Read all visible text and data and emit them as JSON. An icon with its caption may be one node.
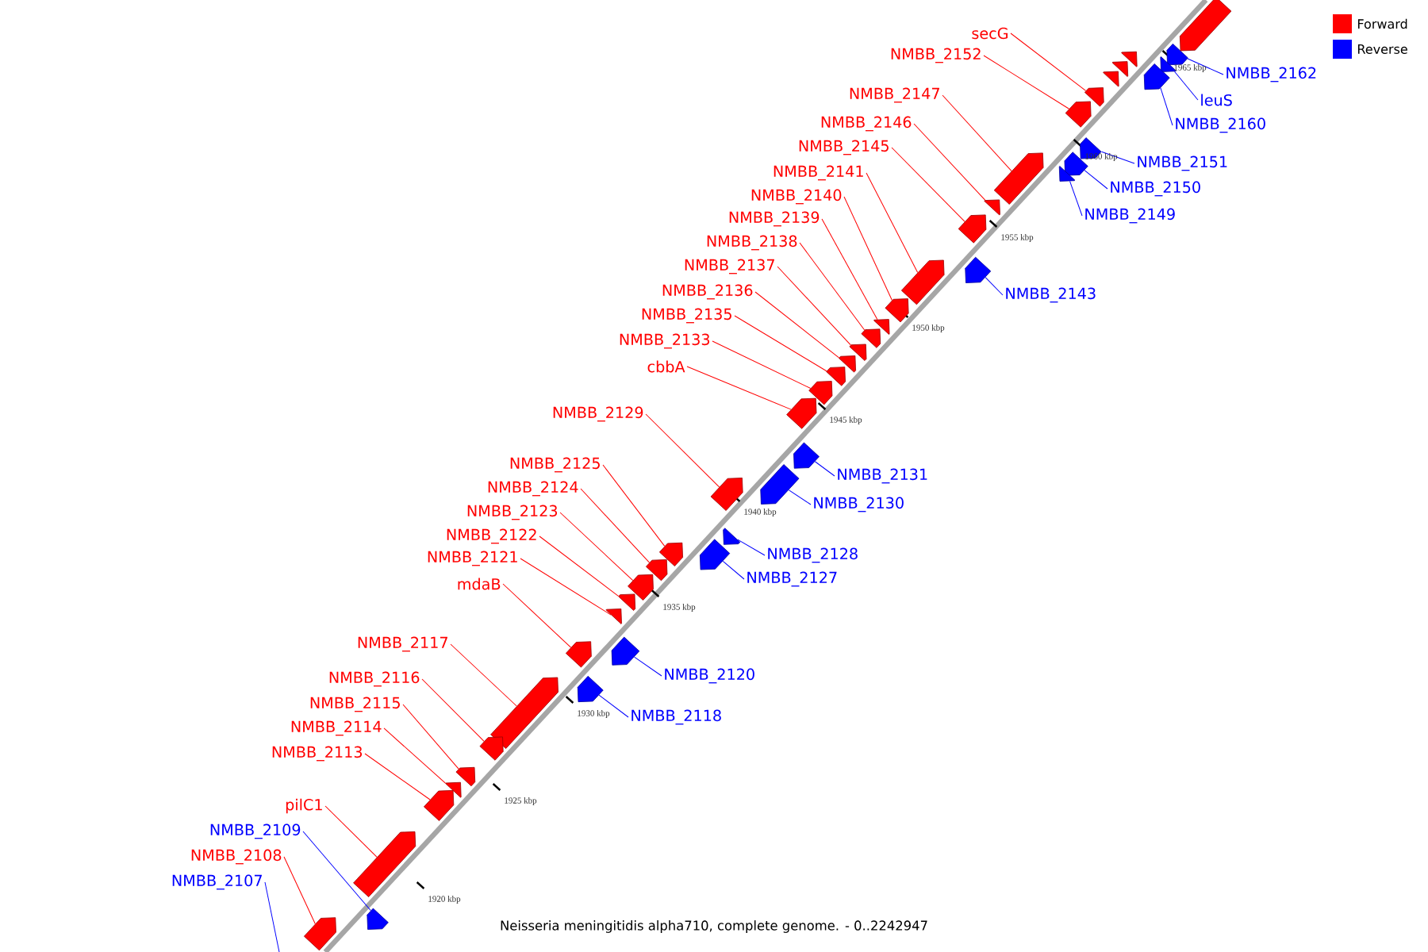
{
  "diagram": {
    "caption": "Neisseria meningitidis alpha710, complete genome. - 0..2242947",
    "nodes": [
      {
        "text": [
          "secG"
        ]
      },
      {
        "text": [
          "NMBB_2152"
        ]
      },
      {
        "text": [
          "NMBB_2162"
        ]
      },
      {
        "text": [
          "NMBB_2147"
        ]
      },
      {
        "text": [
          "leuS"
        ]
      },
      {
        "text": [
          "NMBB_2146"
        ]
      },
      {
        "text": [
          "NMBB_2160"
        ]
      },
      {
        "text": [
          "NMBB_2145"
        ]
      },
      {
        "text": [
          "NMBB_2151"
        ]
      },
      {
        "text": [
          "NMBB_2141"
        ]
      },
      {
        "text": [
          "NMBB_2150"
        ]
      },
      {
        "text": [
          "NMBB_2140"
        ]
      },
      {
        "text": [
          "NMBB_2149"
        ]
      },
      {
        "text": [
          "NMBB_2139"
        ]
      },
      {
        "text": [
          "NMBB_2138"
        ]
      },
      {
        "text": [
          "NMBB_2137"
        ]
      },
      {
        "text": [
          "NMBB_2136"
        ]
      },
      {
        "text": [
          "NMBB_2143"
        ]
      },
      {
        "text": [
          "NMBB_2135"
        ]
      },
      {
        "text": [
          "NMBB_2133"
        ]
      },
      {
        "text": [
          "cbbA"
        ]
      },
      {
        "text": [
          "NMBB_2129"
        ]
      },
      {
        "text": [
          "NMBB_2125"
        ]
      },
      {
        "text": [
          "NMBB_2131"
        ]
      },
      {
        "text": [
          "NMBB_2124"
        ]
      },
      {
        "text": [
          "NMBB_2130"
        ]
      },
      {
        "text": [
          "NMBB_2123"
        ]
      },
      {
        "text": [
          "NMBB_2122"
        ]
      },
      {
        "text": [
          "NMBB_2128"
        ]
      },
      {
        "text": [
          "NMBB_2121"
        ]
      },
      {
        "text": [
          "NMBB_2127"
        ]
      },
      {
        "text": [
          "mdaB"
        ]
      },
      {
        "text": [
          "NMBB_2117"
        ]
      },
      {
        "text": [
          "NMBB_2120"
        ]
      },
      {
        "text": [
          "NMBB_2116"
        ]
      },
      {
        "text": [
          "NMBB_2115"
        ]
      },
      {
        "text": [
          "NMBB_2118"
        ]
      },
      {
        "text": [
          "NMBB_2114"
        ]
      },
      {
        "text": [
          "NMBB_2113"
        ]
      },
      {
        "text": [
          "pilC1"
        ]
      },
      {
        "text": [
          "NMBB_2109"
        ]
      },
      {
        "text": [
          "NMBB_2108"
        ]
      },
      {
        "text": [
          "NMBB_2107"
        ]
      },
      {
        "text": [],
        "shape": "arrow"
      },
      {
        "text": [],
        "shape": "arrow"
      },
      {
        "text": [],
        "shape": "arrow"
      },
      {
        "text": [],
        "shape": "arrow"
      },
      {
        "text": [],
        "shape": "arrow"
      },
      {
        "text": [],
        "shape": "arrow"
      },
      {
        "text": [],
        "shape": "arrow"
      },
      {
        "text": [],
        "shape": "arrow"
      },
      {
        "text": [],
        "shape": "arrow"
      },
      {
        "text": [],
        "shape": "arrow"
      },
      {
        "text": [],
        "shape": "arrow"
      },
      {
        "text": [],
        "shape": "arrow"
      },
      {
        "text": [],
        "shape": "arrow"
      },
      {
        "text": [],
        "shape": "arrow"
      },
      {
        "text": [],
        "shape": "arrow"
      },
      {
        "text": [],
        "shape": "arrow"
      },
      {
        "text": [],
        "shape": "arrow"
      },
      {
        "text": [],
        "shape": "arrow"
      },
      {
        "text": [],
        "shape": "arrow"
      },
      {
        "text": [],
        "shape": "arrow"
      },
      {
        "text": [],
        "shape": "arrow"
      },
      {
        "text": [],
        "shape": "arrow"
      },
      {
        "text": [],
        "shape": "arrow"
      },
      {
        "text": [],
        "shape": "arrow"
      },
      {
        "text": [],
        "shape": "arrow"
      },
      {
        "text": [],
        "shape": "arrow"
      },
      {
        "text": [],
        "shape": "arrow"
      },
      {
        "text": [],
        "shape": "arrow"
      },
      {
        "text": [],
        "shape": "arrow"
      },
      {
        "text": [],
        "shape": "arrow"
      },
      {
        "text": [],
        "shape": "arrow"
      },
      {
        "text": [],
        "shape": "arrow"
      },
      {
        "text": [],
        "shape": "arrow"
      },
      {
        "text": [],
        "shape": "arrow"
      },
      {
        "text": [],
        "shape": "arrow"
      },
      {
        "text": [],
        "shape": "arrow"
      },
      {
        "text": [],
        "shape": "arrow"
      },
      {
        "text": [],
        "shape": "arrow"
      },
      {
        "text": [],
        "shape": "arrow"
      },
      {
        "text": [],
        "shape": "arrow"
      },
      {
        "text": [],
        "shape": "arrow"
      },
      {
        "text": [],
        "shape": "arrow"
      },
      {
        "text": [],
        "shape": "arrow"
      },
      {
        "text": [],
        "shape": "arrow"
      },
      {
        "text": [],
        "shape": "arrow"
      },
      {
        "text": [],
        "shape": "arrow"
      }
    ],
    "edges": [
      {
        "from": 0,
        "to": 43,
        "arrow": "none"
      },
      {
        "from": 1,
        "to": 44,
        "arrow": "none"
      },
      {
        "from": 2,
        "to": 45,
        "arrow": "none",
        "color": "#0000ff"
      },
      {
        "from": 3,
        "to": 46,
        "arrow": "none"
      },
      {
        "from": 4,
        "to": 47,
        "arrow": "none",
        "color": "#0000ff"
      },
      {
        "from": 5,
        "to": 48,
        "arrow": "none"
      },
      {
        "from": 6,
        "to": 49,
        "arrow": "none",
        "color": "#0000ff"
      },
      {
        "from": 7,
        "to": 50,
        "arrow": "none"
      },
      {
        "from": 8,
        "to": 51,
        "arrow": "none",
        "color": "#0000ff"
      },
      {
        "from": 9,
        "to": 52,
        "arrow": "none"
      },
      {
        "from": 10,
        "to": 53,
        "arrow": "none",
        "color": "#0000ff"
      },
      {
        "from": 11,
        "to": 54,
        "arrow": "none"
      },
      {
        "from": 12,
        "to": 55,
        "arrow": "none",
        "color": "#0000ff"
      },
      {
        "from": 13,
        "to": 56,
        "arrow": "none"
      },
      {
        "from": 14,
        "to": 57,
        "arrow": "none"
      },
      {
        "from": 15,
        "to": 58,
        "arrow": "none"
      },
      {
        "from": 16,
        "to": 59,
        "arrow": "none"
      },
      {
        "from": 17,
        "to": 60,
        "arrow": "none",
        "color": "#0000ff"
      },
      {
        "from": 18,
        "to": 61,
        "arrow": "none"
      },
      {
        "from": 19,
        "to": 62,
        "arrow": "none"
      },
      {
        "from": 20,
        "to": 63,
        "arrow": "none"
      },
      {
        "from": 21,
        "to": 64,
        "arrow": "none"
      },
      {
        "from": 22,
        "to": 65,
        "arrow": "none"
      },
      {
        "from": 23,
        "to": 66,
        "arrow": "none",
        "color": "#0000ff"
      },
      {
        "from": 24,
        "to": 67,
        "arrow": "none"
      },
      {
        "from": 25,
        "to": 68,
        "arrow": "none",
        "color": "#0000ff"
      },
      {
        "from": 26,
        "to": 69,
        "arrow": "none"
      },
      {
        "from": 27,
        "to": 70,
        "arrow": "none"
      },
      {
        "from": 28,
        "to": 71,
        "arrow": "none",
        "color": "#0000ff"
      },
      {
        "from": 29,
        "to": 72,
        "arrow": "none"
      },
      {
        "from": 30,
        "to": 73,
        "arrow": "none",
        "color": "#0000ff"
      },
      {
        "from": 31,
        "to": 74,
        "arrow": "none"
      },
      {
        "from": 32,
        "to": 75,
        "arrow": "none"
      },
      {
        "from": 33,
        "to": 76,
        "arrow": "none",
        "color": "#0000ff"
      },
      {
        "from": 34,
        "to": 77,
        "arrow": "none"
      },
      {
        "from": 35,
        "to": 78,
        "arrow": "none"
      },
      {
        "from": 36,
        "to": 79,
        "arrow": "none",
        "color": "#0000ff"
      },
      {
        "from": 37,
        "to": 80,
        "arrow": "none"
      },
      {
        "from": 38,
        "to": 81,
        "arrow": "none"
      },
      {
        "from": 39,
        "to": 82,
        "arrow": "none"
      },
      {
        "from": 40,
        "to": 84,
        "arrow": "none",
        "color": "#0000ff"
      },
      {
        "from": 41,
        "to": 83,
        "arrow": "none"
      },
      {
        "from": 42,
        "to": null,
        "arrow": "none",
        "color": "#0000ff"
      }
    ],
    "labels": [
      "1965 kbp",
      "1960 kbp",
      "1955 kbp",
      "1950 kbp",
      "1945 kbp",
      "1940 kbp",
      "1935 kbp",
      "1930 kbp",
      "1925 kbp",
      "1920 kbp"
    ],
    "legend": [
      {
        "text": "Forward",
        "color": "#ff0000"
      },
      {
        "text": "Reverse",
        "color": "#0000ff"
      }
    ]
  }
}
